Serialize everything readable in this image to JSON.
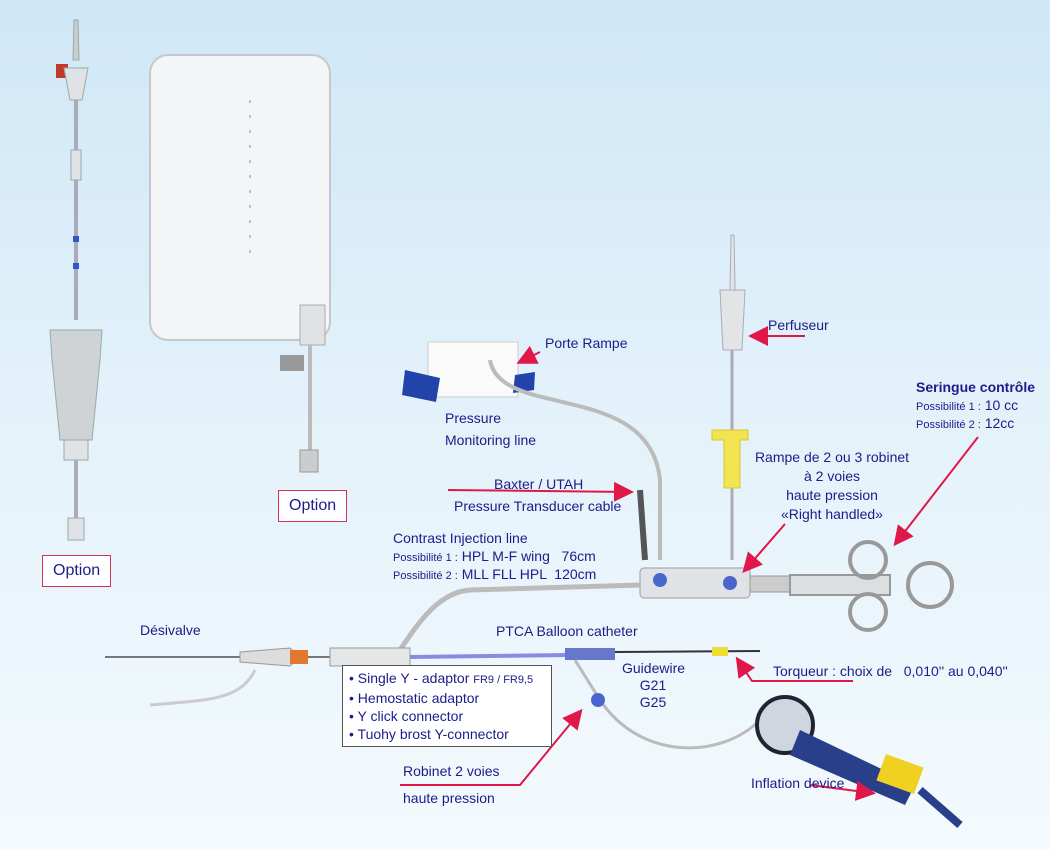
{
  "colors": {
    "text": "#1c1c8a",
    "arrow": "#e0184a",
    "background": "#d6ebf7"
  },
  "labels": {
    "option_left": "Option",
    "option_bag": "Option",
    "porte_rampe": "Porte Rampe",
    "perfuseur": "Perfuseur",
    "seringue_title": "Seringue contrôle",
    "seringue_p1_label": "Possibilité 1 :",
    "seringue_p1_value": "10 cc",
    "seringue_p2_label": "Possibilité 2 :",
    "seringue_p2_value": "12cc",
    "pressure_line_1": "Pressure",
    "pressure_line_2": "Monitoring line",
    "rampe_1": "Rampe de 2 ou 3 robinet",
    "rampe_2": "à 2 voies",
    "rampe_3": "haute pression",
    "rampe_4": "«Right handled»",
    "baxter_1": "Baxter / UTAH",
    "baxter_2": "Pressure Transducer cable",
    "contrast_title": "Contrast Injection line",
    "contrast_p1_label": "Possibilité 1 :",
    "contrast_p1_value": "HPL M-F wing   76cm",
    "contrast_p2_label": "Possibilité 2 :",
    "contrast_p2_value": "MLL FLL HPL  120cm",
    "desivalve": "Désivalve",
    "ptca": "PTCA Balloon catheter",
    "guidewire_1": "Guidewire",
    "guidewire_2": "G21",
    "guidewire_3": "G25",
    "torqueur": "Torqueur : choix de   0,010'' au 0,040''",
    "robinet_1": "Robinet 2 voies",
    "robinet_2": "haute pression",
    "inflation": "Inflation device"
  },
  "adaptor_list": [
    {
      "text": "• Single Y - adaptor ",
      "extra": "FR9 / FR9,5"
    },
    {
      "text": "• Hemostatic adaptor",
      "extra": ""
    },
    {
      "text": "• Y click connector",
      "extra": ""
    },
    {
      "text": "• Tuohy brost Y-connector",
      "extra": ""
    }
  ]
}
